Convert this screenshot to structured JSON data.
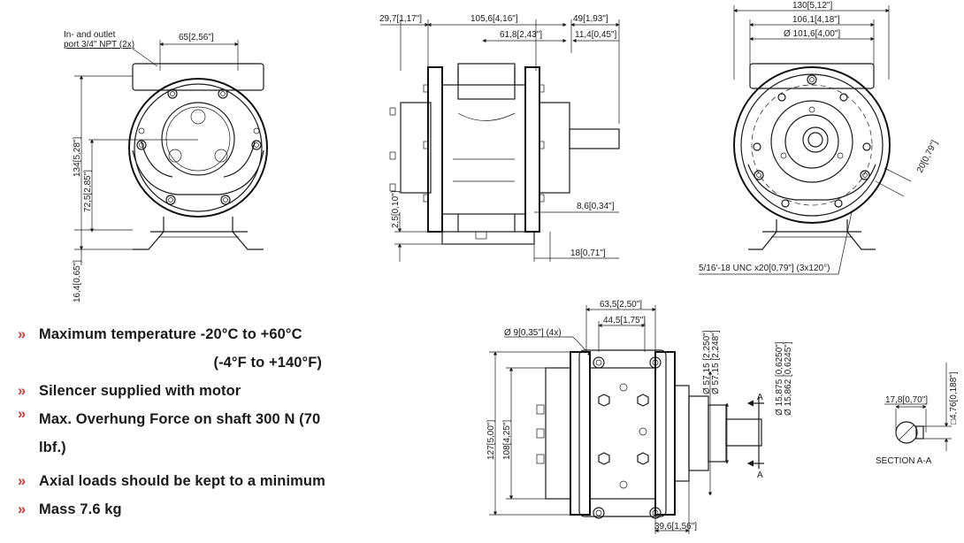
{
  "front_view": {
    "port_label_1": "In- and outlet",
    "port_label_2": "port 3/4\" NPT (2x)",
    "dim_port_spacing": "65[2,56\"]",
    "dim_height_total": "134[5,28\"]",
    "dim_center_height": "72,5[2,85\"]",
    "dim_foot": "16,4[0,65\"]"
  },
  "side_view": {
    "dim_left_offset": "29,7[1,17\"]",
    "dim_body_length": "105,6[4,16\"]",
    "dim_shaft_ext": "49[1,93\"]",
    "dim_inner": "61,8[2,43\"]",
    "dim_shaft_step": "11,4[0,45\"]",
    "dim_base": "2,5[0,10\"]",
    "dim_foot_offset": "8,6[0,34\"]",
    "dim_foot_len": "18[0,71\"]"
  },
  "end_view": {
    "dim_width_total": "130[5,12\"]",
    "dim_width_inner": "106,1[4,18\"]",
    "dim_pcd": "Ø 101,6[4,00\"]",
    "dim_angle": "20[0,79\"]",
    "thread_note": "5/16'-18 UNC x20[0,79\"] (3x120°)"
  },
  "bottom_view": {
    "dim_hole_span": "63,5[2,50\"]",
    "dim_hole_inner": "44,5[1,75\"]",
    "dim_holes": "Ø 9[0,35\"] (4x)",
    "dim_height": "127[5,00\"]",
    "dim_height_inner": "108[4,25\"]",
    "dim_pilot_1": "Ø 57,15 [2,250\"]",
    "dim_pilot_2": "Ø 57,15 [2,248\"]",
    "dim_shaft_1": "Ø 15,875 [0,6250\"]",
    "dim_shaft_2": "Ø 15,862 [0,6245\"]",
    "dim_bottom": "39,6[1,56\"]",
    "section_mark": "A"
  },
  "section": {
    "dim_key": "17,8[0,70\"]",
    "dim_square": "□4,76[0,188\"]",
    "label": "SECTION A-A"
  },
  "specs": [
    {
      "text": "Maximum temperature -20°C to +60°C",
      "cont": "(-4°F to +140°F)"
    },
    {
      "text": "Silencer supplied with motor"
    },
    {
      "text": "Max. Overhung Force on shaft 300 N (70 lbf.)"
    },
    {
      "text": "Axial loads should be kept to a minimum"
    },
    {
      "text": "Mass 7.6 kg"
    }
  ],
  "bullet_marker": "»",
  "colors": {
    "accent": "#c83a3a",
    "line": "#1a1a1a"
  }
}
